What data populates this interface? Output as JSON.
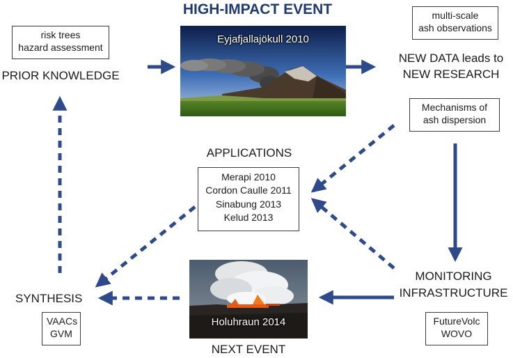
{
  "title": "HIGH-IMPACT EVENT",
  "nodes": {
    "prior_knowledge": "PRIOR KNOWLEDGE",
    "new_data_line1": "NEW DATA leads to",
    "new_data_line2": "NEW RESEARCH",
    "applications": "APPLICATIONS",
    "monitoring_line1": "MONITORING",
    "monitoring_line2": "INFRASTRUCTURE",
    "synthesis": "SYNTHESIS",
    "next_event": "NEXT EVENT"
  },
  "photos": {
    "top": "Eyjafjallajökull 2010",
    "bottom": "Holuhraun 2014"
  },
  "boxes": {
    "prior": [
      "risk trees",
      "hazard assessment"
    ],
    "observations": [
      "multi-scale",
      "ash observations"
    ],
    "mechanisms": [
      "Mechanisms of",
      "ash dispersion"
    ],
    "applications": [
      "Merapi 2010",
      "Cordon Caulle 2011",
      "Sinabung 2013",
      "Kelud 2013"
    ],
    "synthesis": [
      "VAACs",
      "GVM"
    ],
    "monitoring": [
      "FutureVolc",
      "WOVO"
    ]
  },
  "colors": {
    "arrow": "#2e4a8b",
    "title": "#1f3a6e"
  }
}
